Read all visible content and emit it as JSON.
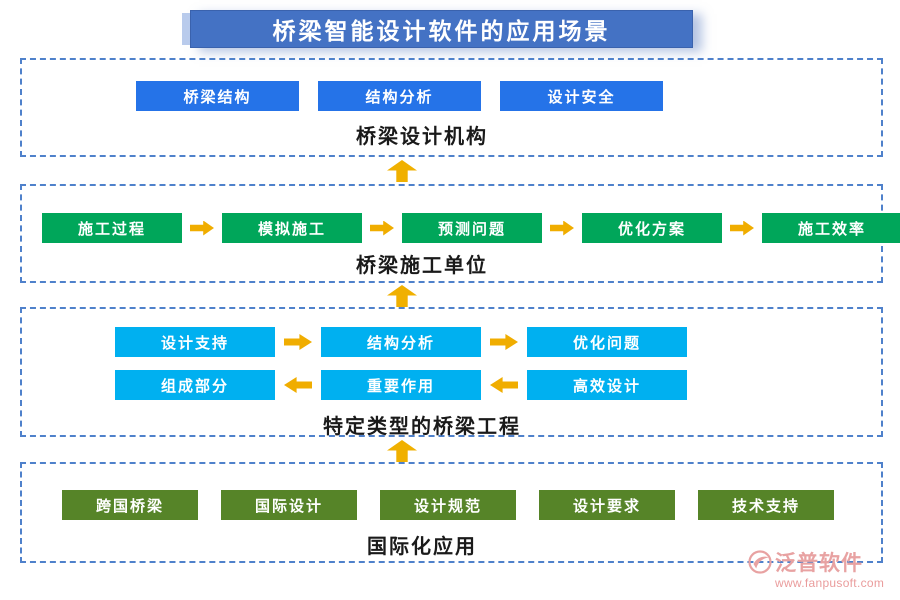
{
  "title": "桥梁智能设计软件的应用场景",
  "colors": {
    "title_bg": "#4472C4",
    "frame_border": "#4F81CB",
    "node_blue": "#2573E8",
    "node_green": "#00A65A",
    "node_cyan": "#00B0F0",
    "node_olive": "#568428",
    "arrow": "#F0AD00",
    "logo": "#E8A2A2"
  },
  "sections": [
    {
      "label": "桥梁设计机构",
      "buttons": [
        "桥梁结构",
        "结构分析",
        "设计安全"
      ]
    },
    {
      "label": "桥梁施工单位",
      "buttons": [
        "施工过程",
        "模拟施工",
        "预测问题",
        "优化方案",
        "施工效率"
      ]
    },
    {
      "label": "特定类型的桥梁工程",
      "rows": [
        {
          "direction": "right",
          "buttons": [
            "设计支持",
            "结构分析",
            "优化问题"
          ]
        },
        {
          "direction": "left",
          "buttons": [
            "组成部分",
            "重要作用",
            "高效设计"
          ]
        }
      ]
    },
    {
      "label": "国际化应用",
      "buttons": [
        "跨国桥梁",
        "国际设计",
        "设计规范",
        "设计要求",
        "技术支持"
      ]
    }
  ],
  "logo": {
    "name": "泛普软件",
    "url": "www.fanpusoft.com"
  }
}
